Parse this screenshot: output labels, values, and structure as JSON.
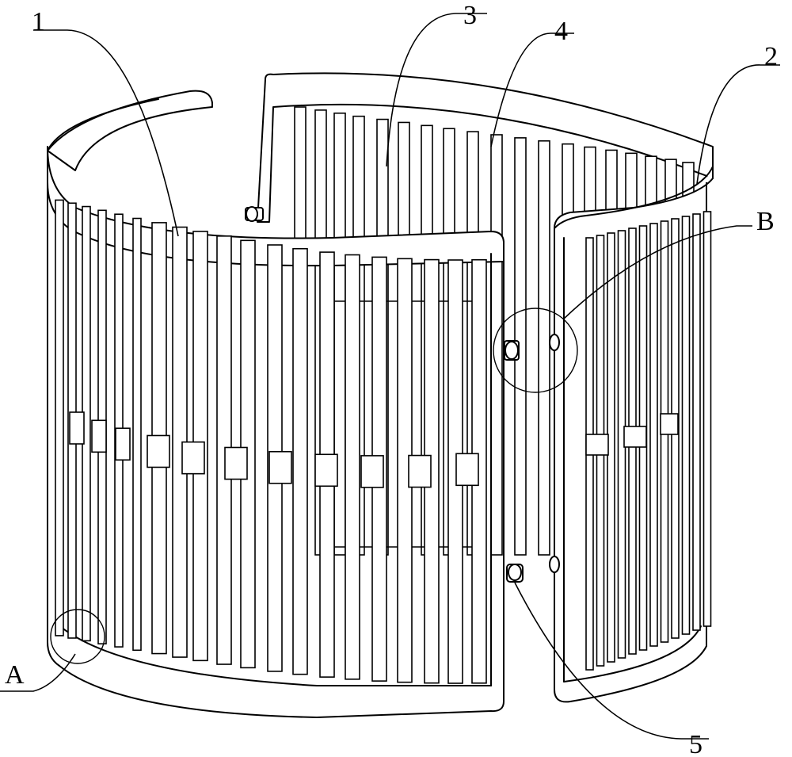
{
  "figure": {
    "callouts": [
      {
        "key": "part_1",
        "text": "1"
      },
      {
        "key": "part_2",
        "text": "2"
      },
      {
        "key": "part_3",
        "text": "3"
      },
      {
        "key": "part_4",
        "text": "4"
      },
      {
        "key": "part_5",
        "text": "5"
      },
      {
        "key": "detail_a",
        "text": "A"
      },
      {
        "key": "detail_b",
        "text": "B"
      }
    ]
  }
}
